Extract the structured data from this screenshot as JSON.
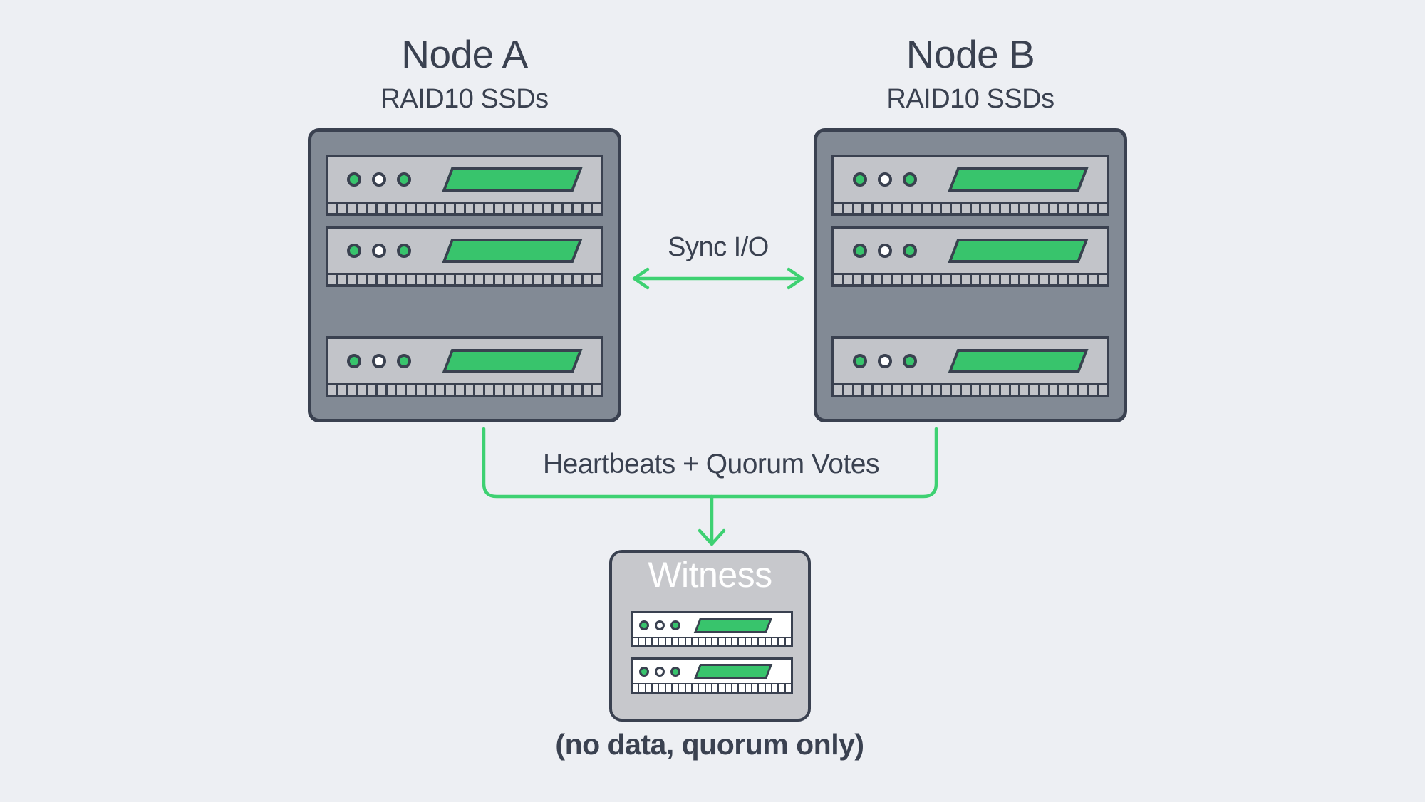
{
  "nodes": [
    {
      "title": "Node A",
      "subtitle": "RAID10 SSDs"
    },
    {
      "title": "Node B",
      "subtitle": "RAID10 SSDs"
    }
  ],
  "links": {
    "sync_io": {
      "label": "Sync I/O"
    },
    "heartbeats": {
      "label": "Heartbeats + Quorum Votes"
    }
  },
  "witness": {
    "title": "Witness",
    "caption": "(no data, quorum only)"
  },
  "server_unit": {
    "led_colors": [
      "#38c46c",
      "#ffffff",
      "#38c46c"
    ]
  },
  "colors": {
    "background": "#edeff3",
    "ink": "#3a4150",
    "rack": "#828a95",
    "chassis": "#c2c4c9",
    "panel_green": "#38c46c",
    "line_green": "#3ed172",
    "witness_fill": "#c7c8cc",
    "witness_chassis": "#ffffff"
  }
}
